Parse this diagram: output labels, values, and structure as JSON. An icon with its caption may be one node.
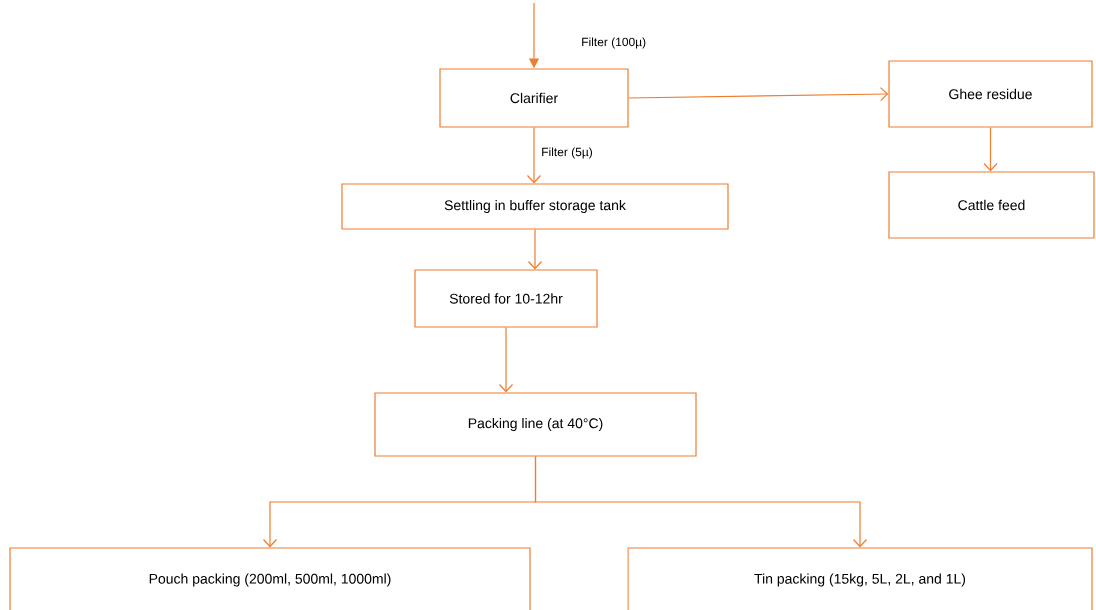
{
  "diagram": {
    "nodes": [
      {
        "text": [
          "Clarifier"
        ]
      },
      {
        "text": [
          "Ghee residue"
        ]
      },
      {
        "text": [
          "Cattle feed"
        ]
      },
      {
        "text": [
          "Settling in buffer storage tank"
        ]
      },
      {
        "text": [
          "Stored for 10-12hr"
        ]
      },
      {
        "text": [
          "Packing line (at 40°C)"
        ]
      },
      {
        "text": [
          "Pouch packing (200ml, 500ml, 1000ml)"
        ]
      },
      {
        "text": [
          "Tin packing (15kg, 5L, 2L, and 1L)"
        ]
      }
    ],
    "edges": [
      {
        "from": null,
        "to": 0,
        "arrow": "to",
        "label": "Filter (100µ)"
      },
      {
        "from": 0,
        "to": 3,
        "arrow": "to",
        "label": "Filter (5µ)"
      },
      {
        "from": 0,
        "to": 1,
        "arrow": "to"
      },
      {
        "from": 1,
        "to": 2,
        "arrow": "to"
      },
      {
        "from": 3,
        "to": 4,
        "arrow": "to"
      },
      {
        "from": 4,
        "to": 5,
        "arrow": "to"
      },
      {
        "from": 5,
        "to": 6,
        "arrow": "to"
      },
      {
        "from": 5,
        "to": 7,
        "arrow": "to"
      }
    ]
  }
}
